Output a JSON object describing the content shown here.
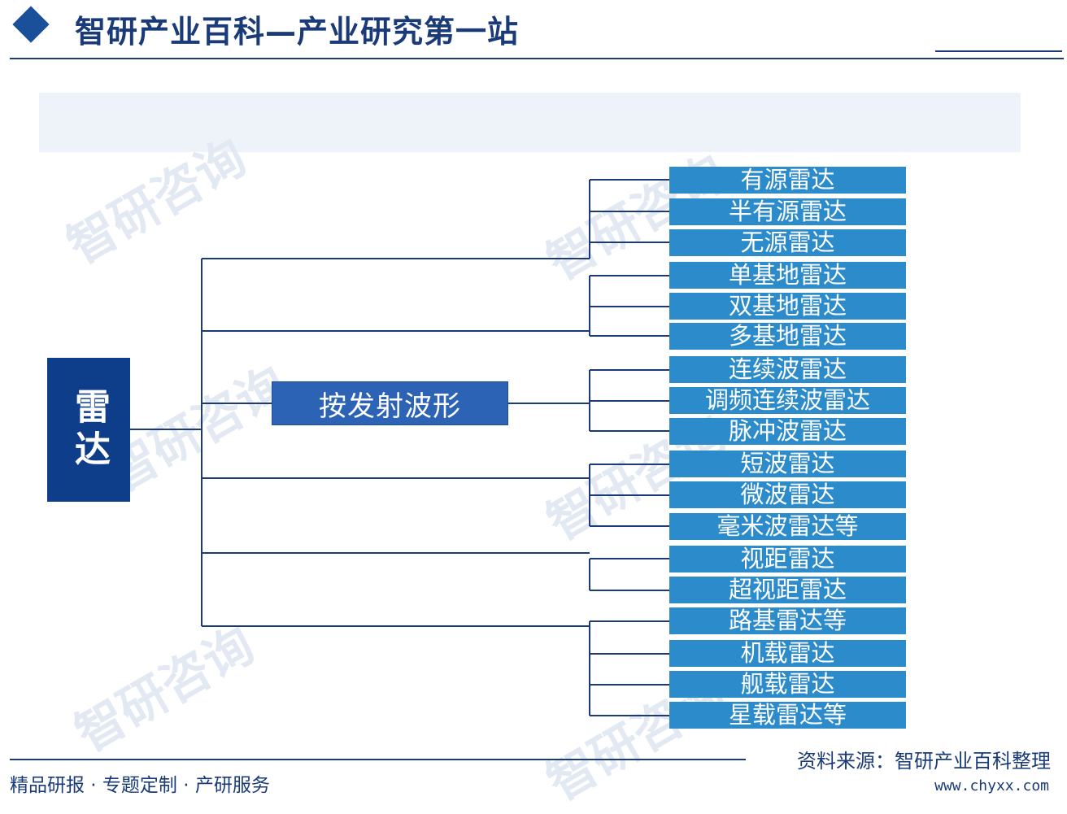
{
  "header": {
    "title": "智研产业百科—产业研究第一站"
  },
  "watermark_text": "智研咨询",
  "tree": {
    "root": "雷达",
    "branches": [
      {
        "label": "",
        "children": [
          "有源雷达",
          "半有源雷达",
          "无源雷达"
        ]
      },
      {
        "label": "",
        "children": [
          "单基地雷达",
          "双基地雷达",
          "多基地雷达"
        ]
      },
      {
        "label": "按发射波形",
        "children": [
          "连续波雷达",
          "调频连续波雷达",
          "脉冲波雷达"
        ]
      },
      {
        "label": "",
        "children": [
          "短波雷达",
          "微波雷达",
          "毫米波雷达等"
        ]
      },
      {
        "label": "",
        "children": [
          "视距雷达",
          "超视距雷达",
          "路基雷达等"
        ]
      },
      {
        "label": "",
        "children": [
          "机载雷达",
          "舰载雷达",
          "星载雷达等"
        ]
      }
    ]
  },
  "footer": {
    "tagline": "精品研报 · 专题定制 · 产研服务",
    "source": "资料来源：智研产业百科整理",
    "url": "www.chyxx.com"
  },
  "colors": {
    "root_fill": "#0e3d8a",
    "mid_fill": "#2d63b5",
    "leaf_fill": "#2c8bcb",
    "line": "#1a3b78"
  }
}
